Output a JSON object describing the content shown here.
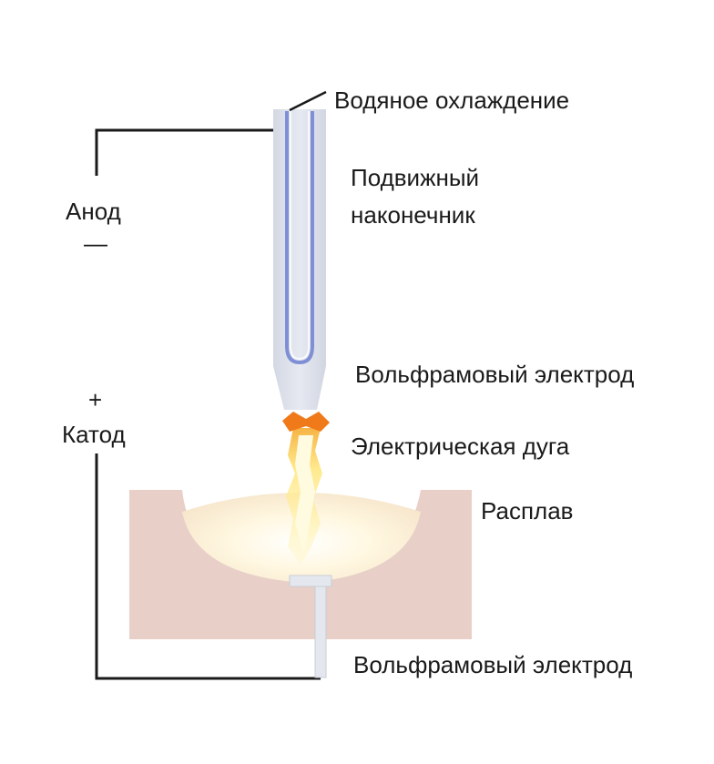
{
  "labels": {
    "water_cooling": "Водяное охлаждение",
    "movable_tip_line1": "Подвижный",
    "movable_tip_line2": "наконечник",
    "anode": "Анод",
    "anode_sign": "—",
    "cathode_sign": "+",
    "cathode": "Катод",
    "tungsten_electrode_top": "Вольфрамовый электрод",
    "electric_arc": "Электрическая дуга",
    "melt": "Расплав",
    "tungsten_electrode_bottom": "Вольфрамовый электрод"
  },
  "colors": {
    "crucible": "#e8d0c8",
    "melt_glow": "#fff6dc",
    "tip_body": "#dde0ea",
    "coolant_tube": "#7f8fd6",
    "arc_core": "#fff3a6",
    "arc_edge": "#f0b400",
    "arc_base": "#f07a1a",
    "wire": "#1a1a1a"
  }
}
